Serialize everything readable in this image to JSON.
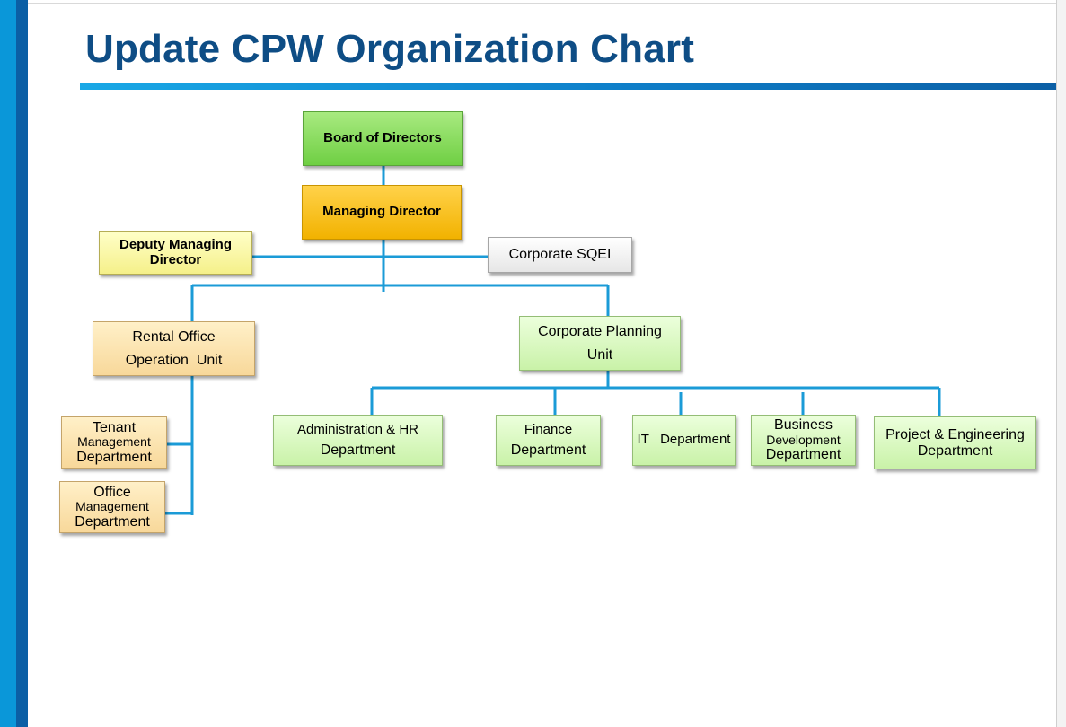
{
  "slide": {
    "title": "Update CPW Organization Chart"
  },
  "org_chart": {
    "board": "Board of Directors",
    "managing_director": "Managing Director",
    "deputy": {
      "line1": "Deputy Managing",
      "line2": "Director"
    },
    "sqei": "Corporate SQEI",
    "rental": {
      "line1": "Rental Office",
      "line2": "Operation  Unit"
    },
    "planning": {
      "line1": "Corporate Planning",
      "line2": "Unit"
    },
    "tenant": {
      "line1": "Tenant",
      "line2": "Management",
      "line3": "Department"
    },
    "office": {
      "line1": "Office",
      "line2": "Management",
      "line3": "Department"
    },
    "admin_hr": {
      "line1": "Administration & HR",
      "line2": "Department"
    },
    "finance": {
      "line1": "Finance",
      "line2": "Department"
    },
    "it": "IT   Department",
    "business_dev": {
      "line1": "Business",
      "line2": "Development",
      "line3": "Department"
    },
    "project_eng": {
      "line1": "Project & Engineering",
      "line2": "Department"
    }
  },
  "colors": {
    "title": "#0e4d85",
    "connector": "#1b9bd7",
    "board_fill": "#6fcf43",
    "managing_fill": "#f2b200",
    "deputy_fill": "#f5f08a",
    "rental_fill": "#f8d89a",
    "department_fill": "#c9f2a8"
  }
}
